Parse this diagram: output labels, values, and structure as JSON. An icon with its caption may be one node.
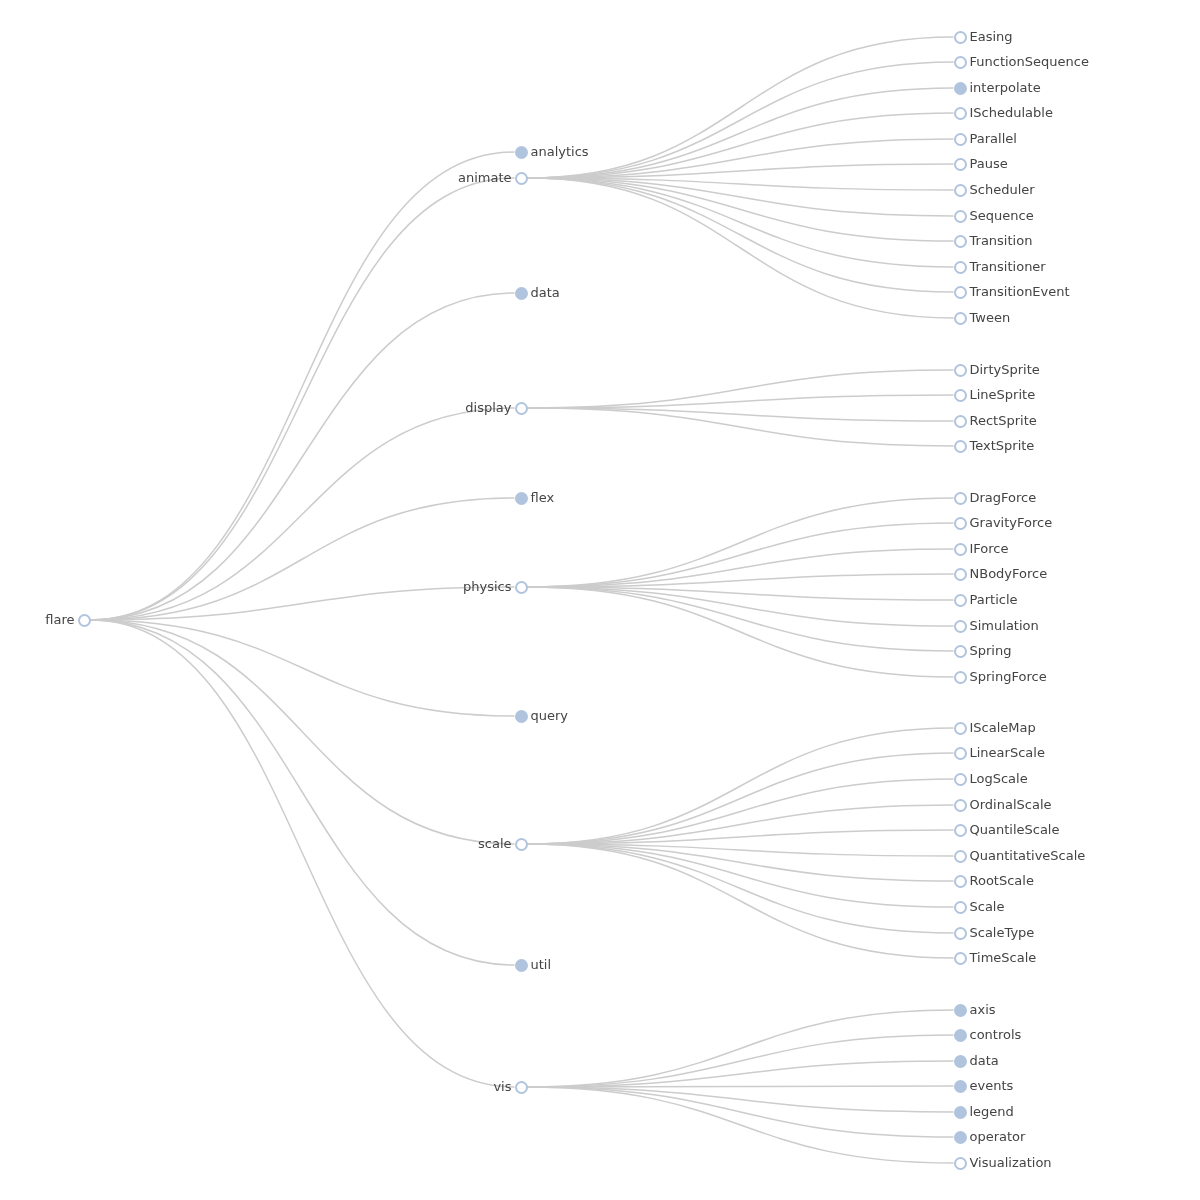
{
  "diagram": {
    "nodes": [
      {
        "text": [
          "flare"
        ]
      },
      {
        "text": [
          "analytics"
        ]
      },
      {
        "text": [
          "animate"
        ]
      },
      {
        "text": [
          "Easing"
        ]
      },
      {
        "text": [
          "FunctionSequence"
        ]
      },
      {
        "text": [
          "interpolate"
        ]
      },
      {
        "text": [
          "ISchedulable"
        ]
      },
      {
        "text": [
          "Parallel"
        ]
      },
      {
        "text": [
          "Pause"
        ]
      },
      {
        "text": [
          "Scheduler"
        ]
      },
      {
        "text": [
          "Sequence"
        ]
      },
      {
        "text": [
          "Transition"
        ]
      },
      {
        "text": [
          "Transitioner"
        ]
      },
      {
        "text": [
          "TransitionEvent"
        ]
      },
      {
        "text": [
          "Tween"
        ]
      },
      {
        "text": [
          "data"
        ]
      },
      {
        "text": [
          "display"
        ]
      },
      {
        "text": [
          "DirtySprite"
        ]
      },
      {
        "text": [
          "LineSprite"
        ]
      },
      {
        "text": [
          "RectSprite"
        ]
      },
      {
        "text": [
          "TextSprite"
        ]
      },
      {
        "text": [
          "flex"
        ]
      },
      {
        "text": [
          "physics"
        ]
      },
      {
        "text": [
          "DragForce"
        ]
      },
      {
        "text": [
          "GravityForce"
        ]
      },
      {
        "text": [
          "IForce"
        ]
      },
      {
        "text": [
          "NBodyForce"
        ]
      },
      {
        "text": [
          "Particle"
        ]
      },
      {
        "text": [
          "Simulation"
        ]
      },
      {
        "text": [
          "Spring"
        ]
      },
      {
        "text": [
          "SpringForce"
        ]
      },
      {
        "text": [
          "query"
        ]
      },
      {
        "text": [
          "scale"
        ]
      },
      {
        "text": [
          "IScaleMap"
        ]
      },
      {
        "text": [
          "LinearScale"
        ]
      },
      {
        "text": [
          "LogScale"
        ]
      },
      {
        "text": [
          "OrdinalScale"
        ]
      },
      {
        "text": [
          "QuantileScale"
        ]
      },
      {
        "text": [
          "QuantitativeScale"
        ]
      },
      {
        "text": [
          "RootScale"
        ]
      },
      {
        "text": [
          "Scale"
        ]
      },
      {
        "text": [
          "ScaleType"
        ]
      },
      {
        "text": [
          "TimeScale"
        ]
      },
      {
        "text": [
          "util"
        ]
      },
      {
        "text": [
          "vis"
        ]
      },
      {
        "text": [
          "axis"
        ]
      },
      {
        "text": [
          "controls"
        ]
      },
      {
        "text": [
          "data"
        ]
      },
      {
        "text": [
          "events"
        ]
      },
      {
        "text": [
          "legend"
        ]
      },
      {
        "text": [
          "operator"
        ]
      },
      {
        "text": [
          "Visualization"
        ]
      }
    ],
    "edges": [
      {
        "from": 0,
        "to": 1,
        "arrow": "none"
      },
      {
        "from": 0,
        "to": 2,
        "arrow": "none"
      },
      {
        "from": 2,
        "to": 3,
        "arrow": "none"
      },
      {
        "from": 2,
        "to": 4,
        "arrow": "none"
      },
      {
        "from": 2,
        "to": 5,
        "arrow": "none"
      },
      {
        "from": 2,
        "to": 6,
        "arrow": "none"
      },
      {
        "from": 2,
        "to": 7,
        "arrow": "none"
      },
      {
        "from": 2,
        "to": 8,
        "arrow": "none"
      },
      {
        "from": 2,
        "to": 9,
        "arrow": "none"
      },
      {
        "from": 2,
        "to": 10,
        "arrow": "none"
      },
      {
        "from": 2,
        "to": 11,
        "arrow": "none"
      },
      {
        "from": 2,
        "to": 12,
        "arrow": "none"
      },
      {
        "from": 2,
        "to": 13,
        "arrow": "none"
      },
      {
        "from": 2,
        "to": 14,
        "arrow": "none"
      },
      {
        "from": 0,
        "to": 15,
        "arrow": "none"
      },
      {
        "from": 0,
        "to": 16,
        "arrow": "none"
      },
      {
        "from": 16,
        "to": 17,
        "arrow": "none"
      },
      {
        "from": 16,
        "to": 18,
        "arrow": "none"
      },
      {
        "from": 16,
        "to": 19,
        "arrow": "none"
      },
      {
        "from": 16,
        "to": 20,
        "arrow": "none"
      },
      {
        "from": 0,
        "to": 21,
        "arrow": "none"
      },
      {
        "from": 0,
        "to": 22,
        "arrow": "none"
      },
      {
        "from": 22,
        "to": 23,
        "arrow": "none"
      },
      {
        "from": 22,
        "to": 24,
        "arrow": "none"
      },
      {
        "from": 22,
        "to": 25,
        "arrow": "none"
      },
      {
        "from": 22,
        "to": 26,
        "arrow": "none"
      },
      {
        "from": 22,
        "to": 27,
        "arrow": "none"
      },
      {
        "from": 22,
        "to": 28,
        "arrow": "none"
      },
      {
        "from": 22,
        "to": 29,
        "arrow": "none"
      },
      {
        "from": 22,
        "to": 30,
        "arrow": "none"
      },
      {
        "from": 0,
        "to": 31,
        "arrow": "none"
      },
      {
        "from": 0,
        "to": 32,
        "arrow": "none"
      },
      {
        "from": 32,
        "to": 33,
        "arrow": "none"
      },
      {
        "from": 32,
        "to": 34,
        "arrow": "none"
      },
      {
        "from": 32,
        "to": 35,
        "arrow": "none"
      },
      {
        "from": 32,
        "to": 36,
        "arrow": "none"
      },
      {
        "from": 32,
        "to": 37,
        "arrow": "none"
      },
      {
        "from": 32,
        "to": 38,
        "arrow": "none"
      },
      {
        "from": 32,
        "to": 39,
        "arrow": "none"
      },
      {
        "from": 32,
        "to": 40,
        "arrow": "none"
      },
      {
        "from": 32,
        "to": 41,
        "arrow": "none"
      },
      {
        "from": 32,
        "to": 42,
        "arrow": "none"
      },
      {
        "from": 0,
        "to": 43,
        "arrow": "none"
      },
      {
        "from": 0,
        "to": 44,
        "arrow": "none"
      },
      {
        "from": 44,
        "to": 45,
        "arrow": "none"
      },
      {
        "from": 44,
        "to": 46,
        "arrow": "none"
      },
      {
        "from": 44,
        "to": 47,
        "arrow": "none"
      },
      {
        "from": 44,
        "to": 48,
        "arrow": "none"
      },
      {
        "from": 44,
        "to": 49,
        "arrow": "none"
      },
      {
        "from": 44,
        "to": 50,
        "arrow": "none"
      },
      {
        "from": 44,
        "to": 51,
        "arrow": "none"
      }
    ]
  }
}
